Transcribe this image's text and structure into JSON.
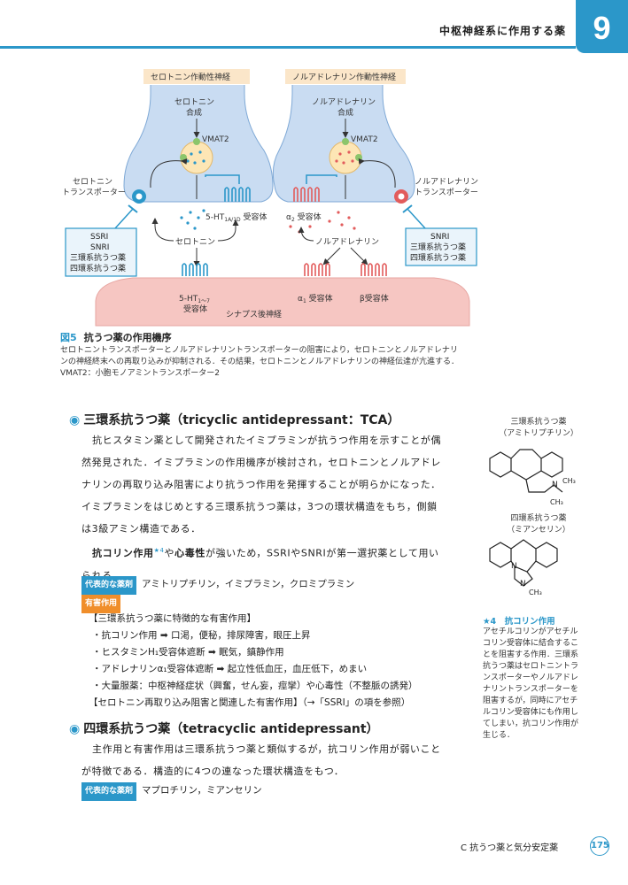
{
  "header": {
    "title": "中枢神経系に作用する薬",
    "chapter": "9"
  },
  "figure": {
    "neuron_left_title": "セロトニン作動性神経",
    "neuron_right_title": "ノルアドレナリン作動性神経",
    "ser_synthesis": [
      "セロトニン",
      "合成"
    ],
    "nor_synthesis": [
      "ノルアドレナリン",
      "合成"
    ],
    "vmat_left": "VMAT2",
    "vmat_right": "VMAT2",
    "ser_transporter": [
      "セロトニン",
      "トランスポーター"
    ],
    "nor_transporter": [
      "ノルアドレナリン",
      "トランスポーター"
    ],
    "ser_drugs": [
      "SSRI",
      "SNRI",
      "三環系抗うつ薬",
      "四環系抗うつ薬"
    ],
    "nor_drugs": [
      "SNRI",
      "三環系抗うつ薬",
      "四環系抗うつ薬"
    ],
    "receptor_5ht1": "5-HT",
    "receptor_5ht1_sub": "1A/1D",
    "receptor_5ht1_suffix": " 受容体",
    "alpha2": "α",
    "alpha2_sub": "2",
    "alpha2_suffix": " 受容体",
    "serotonin": "セロトニン",
    "noradrenaline": "ノルアドレナリン",
    "receptor_5ht17": "5-HT",
    "receptor_5ht17_sub": "1～7",
    "receptor_5ht17_line2": "受容体",
    "alpha1": "α",
    "alpha1_sub": "1",
    "alpha1_suffix": " 受容体",
    "beta": "β受容体",
    "postsynaptic": "シナプス後神経"
  },
  "caption": {
    "figure_no": "図5",
    "title": "抗うつ薬の作用機序",
    "lines": [
      "セロトニントランスポーターとノルアドレナリントランスポーターの阻害により，セロトニンとノルアドレナリ",
      "ンの神経終末への再取り込みが抑制される．その結果，セロトニンとノルアドレナリンの神経伝達が亢進する．",
      "VMAT2：小胞モノアミントランスポーター2"
    ]
  },
  "tca": {
    "heading": "三環系抗うつ薬（tricyclic antidepressant：TCA）",
    "lines": [
      "抗ヒスタミン薬として開発されたイミプラミンが抗うつ作用を示すことが偶",
      "然発見された．イミプラミンの作用機序が検討され，セロトニンとノルアドレ",
      "ナリンの再取り込み阻害により抗うつ作用を発揮することが明らかになった．",
      "イミプラミンをはじめとする三環系抗うつ薬は，3つの環状構造をもち，側鎖",
      "は3級アミン構造である．"
    ],
    "para2_bold1": "抗コリン作用",
    "para2_note": "★4",
    "para2_mid": "や",
    "para2_bold2": "心毒性",
    "para2_rest": "が強いため，SSRIやSNRIが第一選択薬として用い",
    "para2_line2": "られる．",
    "rep_label": "代表的な薬剤",
    "rep_drugs": "アミトリプチリン，イミプラミン，クロミプラミン",
    "adverse_label": "有害作用",
    "adverse_head1": "【三環系抗うつ薬に特徴的な有害作用】",
    "adverse_items": [
      "・抗コリン作用 ➡ 口渇，便秘，排尿障害，眼圧上昇",
      "・ヒスタミンH₁受容体遮断 ➡ 眠気，鎮静作用",
      "・アドレナリンα₁受容体遮断 ➡ 起立性低血圧，血圧低下，めまい",
      "・大量服薬：中枢神経症状（興奮，せん妄，痙攣）や心毒性（不整脈の誘発）"
    ],
    "adverse_head2": "【セロトニン再取り込み阻害と関連した有害作用】（→「SSRI」の項を参照）"
  },
  "teca": {
    "heading": "四環系抗うつ薬（tetracyclic antidepressant）",
    "lines": [
      "主作用と有害作用は三環系抗うつ薬と類似するが，抗コリン作用が弱いこと",
      "が特徴である．構造的に4つの連なった環状構造をもつ．"
    ],
    "rep_label": "代表的な薬剤",
    "rep_drugs": "マプロチリン，ミアンセリン"
  },
  "side": {
    "struct1_title": [
      "三環系抗うつ薬",
      "（アミトリプチリン）"
    ],
    "struct2_title": [
      "四環系抗うつ薬",
      "（ミアンセリン）"
    ],
    "n_label": "N",
    "ch3": "CH₃",
    "note_head": "★4　抗コリン作用",
    "note_lines": [
      "アセチルコリンがアセチル",
      "コリン受容体に結合するこ",
      "とを阻害する作用．三環系",
      "抗うつ薬はセロトニントラ",
      "ンスポーターやノルアドレ",
      "ナリントランスポーターを",
      "阻害するが，同時にアセチ",
      "ルコリン受容体にも作用し",
      "てしまい，抗コリン作用が",
      "生じる．"
    ]
  },
  "footer": {
    "text": "C 抗うつ薬と気分安定薬",
    "page": "175"
  },
  "colors": {
    "accent": "#2b97c9",
    "orange": "#f08e2a",
    "neuron": "#c9dcf2",
    "postsyn": "#f6c6c2",
    "red": "#e25c5c"
  }
}
